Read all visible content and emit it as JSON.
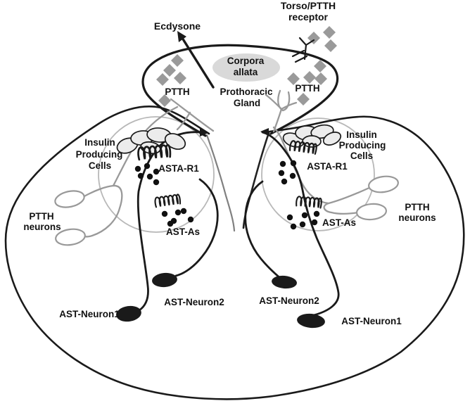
{
  "figure": {
    "top": {
      "ecdysone_label": "Ecdysone",
      "torso_receptor_label": [
        "Torso/PTTH",
        "receptor"
      ]
    },
    "gland": {
      "corpora_allata_label": [
        "Corpora",
        "allata"
      ],
      "gland_label": [
        "Prothoracic",
        "Gland"
      ],
      "ptth_left_label": "PTTH",
      "ptth_right_label": "PTTH"
    },
    "left_hemisphere": {
      "insulin_cells_label": [
        "Insulin",
        "Producing",
        "Cells"
      ],
      "asta_r1_label": "ASTA-R1",
      "ast_as_label": "AST-As",
      "ptth_neurons_label": [
        "PTTH",
        "neurons"
      ],
      "ast_neuron1_label": "AST-Neuron1",
      "ast_neuron2_label": "AST-Neuron2"
    },
    "right_hemisphere": {
      "insulin_cells_label": [
        "Insulin",
        "Producing",
        "Cells"
      ],
      "asta_r1_label": "ASTA-R1",
      "ast_as_label": "AST-As",
      "ptth_neurons_label": [
        "PTTH",
        "neurons"
      ],
      "ast_neuron1_label": "AST-Neuron1",
      "ast_neuron2_label": "AST-Neuron2"
    },
    "icons": {
      "ptth_molecule": "gray-diamond",
      "peptide_dot": "black-dot",
      "receptor_coil": "spring-coil",
      "torso_receptor_fork": "forked-Y-on-membrane",
      "ecdysone_arrow": "up-left-arrow",
      "insulin_producing_cell": "light-gray-oval-cluster",
      "ptth_neuron_soma": "gray-outline-oval",
      "ast_neuron_soma": "black-filled-oval"
    },
    "colors": {
      "outline": "#1a1a1a",
      "gray_line": "#999999",
      "faint_circle": "#b8b8b8",
      "light_fill": "#d9d9d9",
      "cell_fill": "#ececec",
      "diamond": "#9a9a9a",
      "dot": "#111111",
      "text": "#111111",
      "background": "#ffffff"
    }
  }
}
